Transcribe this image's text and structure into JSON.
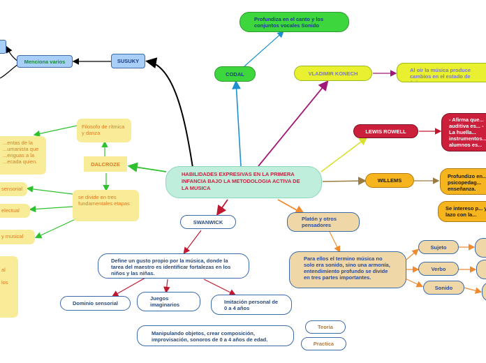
{
  "center": "HABILIDADES EXPRESIVAS EN  LA PRIMERA INFANCIA BAJO LA METODOLOGIA ACTIVA DE LA MUSICA",
  "top": {
    "codal": "CODAL",
    "codal_desc": "Profundiza en el canto y los conjuntos vocales Sonido",
    "susuky": "SUSUKY",
    "menciona": "Menciona varios",
    "vladimir": "VLADIMIR KONECH",
    "vladimir_desc": "Al oír la música produce cambios en el estado de ánimo."
  },
  "right": {
    "lewis": "LEWIS ROWELL",
    "lewis_desc": "- Afirma que... auditiva es... - La huella... instrumentos... alumnos es...",
    "willems": "WILLEMS",
    "willems_desc": "Profundizo en... psicopedag... enseñanza.",
    "willems_desc2": "Se intereso p... y lazo con la..."
  },
  "left": {
    "dalcroze": "DALCROZE",
    "filosofo": "Filosofo de rítmica y danza",
    "divide": "se divide en tres fundamentales etapas",
    "cut_top": "...entas de la ...umanista que ...enguas a la ...ecada quien.",
    "cut_sensorial": "sensorial",
    "cut_intelectual": "electual",
    "cut_musical": "y musical",
    "cut_bottom": "al\n\nlos"
  },
  "bottom": {
    "swanwick": "SWANWICK",
    "define": "Define un gusto propio por la música, donde la tarea del maestro es identificar fortalezas en los niños y las niñas.",
    "dominio": "Dominio sensorial",
    "juegos": "Juegos imaginarios",
    "imitacion": "Imitación personal de 0 a 4 años",
    "manipulando": "Manipulando objetos, crear composición, improvisación, sonoros de 0 a 4 años de edad.",
    "teoria": "Teoria",
    "practica": "Practica",
    "platon": "Platón y otros pensadores",
    "para_ellos": "Para ellos el termino música no solo era sonido, sino una armonía, entendimiento profundo se divide en tres partes importantes.",
    "sujeto": "Sujeto",
    "verbo": "Verbo",
    "sonido": "Sonido"
  }
}
